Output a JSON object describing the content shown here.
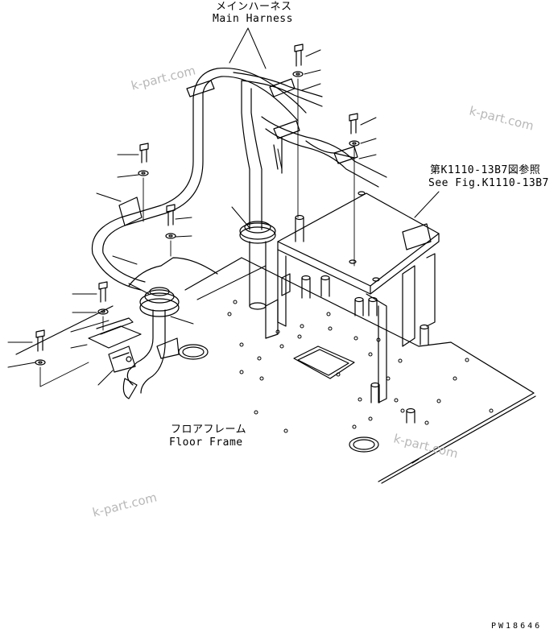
{
  "labels": {
    "main_harness_jp": "メインハーネス",
    "main_harness_en": "Main Harness",
    "ref_jp": "第K1110-13B7図参照",
    "ref_en": "See Fig.K1110-13B7",
    "floor_jp": "フロアフレーム",
    "floor_en": "Floor Frame"
  },
  "watermarks": [
    "k-part.com",
    "k-part.com",
    "k-part.com",
    "k-part.com"
  ],
  "drawing_code": "PW18646"
}
